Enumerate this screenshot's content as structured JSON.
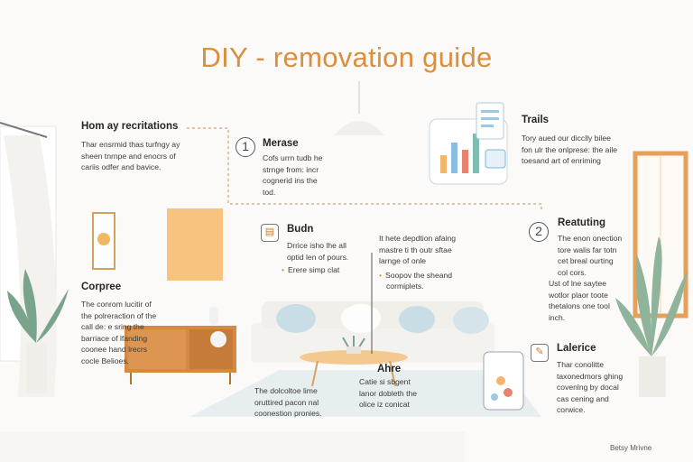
{
  "title": "DIY - removation guide",
  "sections": {
    "top_left": {
      "heading": "Hom ay recritations",
      "text": [
        "Thar ensrmid thas turfngy ay",
        "sheen tnrnpe and enocrs of",
        "cariis odfer and bavice."
      ]
    },
    "step1": {
      "number": "1",
      "heading": "Merase",
      "text": [
        "Cofs urrn tudb he",
        "strnge from: incr",
        "cognerid ins the",
        "tod."
      ]
    },
    "trails": {
      "heading": "Trails",
      "text": [
        "Tory aued our dicclly bilee",
        "fon ulr the onlprese: the aile",
        "toesand art of enriming"
      ]
    },
    "budn": {
      "icon": "doc-icon",
      "heading": "Budn",
      "text": [
        "Drrice isho lhe all",
        "optid len of pours."
      ],
      "bullet": "Erere simp clat"
    },
    "middle": {
      "text": [
        "It hete depdtion afaing",
        "mastre ti th outr sftae",
        "larnge of onle"
      ],
      "bullet": "Soopov the sheand",
      "bullet_cont": "cormiplets."
    },
    "step2": {
      "number": "2",
      "heading": "Reatuting",
      "text": [
        "The enon onection",
        "tore walis far totn",
        "cet breal ourting",
        "col cors."
      ],
      "text2": [
        "Ust of lne saytee",
        "wotlor plaor toote",
        "thetalons one tool",
        "inch."
      ]
    },
    "corpree": {
      "heading": "Corpree",
      "text": [
        "The conrom lucitir of",
        "the polreraction of the",
        "call de: e sring the",
        "barriace of lfanding",
        "coonee hand lrecrs",
        "cocle Belioes."
      ]
    },
    "ahre": {
      "heading": "Ahre",
      "text": [
        "Catie si sbgent",
        "lanor dobleth the",
        "olice iz conicat"
      ]
    },
    "bottom_left": {
      "text": [
        "The dolcoltoe lime",
        "oruttired pacon nal",
        "coonestion pronies."
      ]
    },
    "lalerice": {
      "heading": "Lalerice",
      "text": [
        "Thar conolitte",
        "taxonedmors ghing",
        "covenlng by docal",
        "cas cening and",
        "corwice."
      ]
    }
  },
  "credit": "Betsy Mrivne",
  "colors": {
    "accent": "#d98f3e",
    "sofa": "#f4f2ee",
    "cabinet": "#d58a44",
    "plant": "#7aa38c"
  }
}
